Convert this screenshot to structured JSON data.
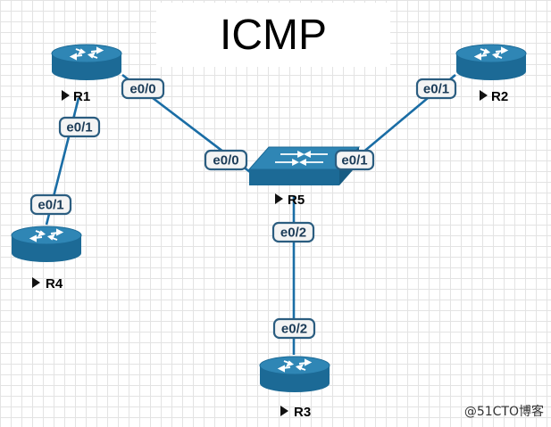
{
  "title": "ICMP",
  "watermark": "@51CTO博客",
  "devices": {
    "r1": {
      "name": "R1",
      "icon": "router-icon"
    },
    "r2": {
      "name": "R2",
      "icon": "router-icon"
    },
    "r3": {
      "name": "R3",
      "icon": "router-icon"
    },
    "r4": {
      "name": "R4",
      "icon": "router-icon"
    },
    "r5": {
      "name": "R5",
      "icon": "switch-icon"
    }
  },
  "links": {
    "r1_r5": {
      "a_if": "e0/0",
      "b_if": "e0/0"
    },
    "r2_r5": {
      "a_if": "e0/1",
      "b_if": "e0/1"
    },
    "r1_r4": {
      "a_if": "e0/1",
      "b_if": "e0/1"
    },
    "r5_r3": {
      "a_if": "e0/2",
      "b_if": "e0/2"
    }
  },
  "colors": {
    "device_body": "#1c6a96",
    "device_top": "#2f86b5",
    "link": "#1a6da5",
    "label_border": "#2b5d80"
  }
}
